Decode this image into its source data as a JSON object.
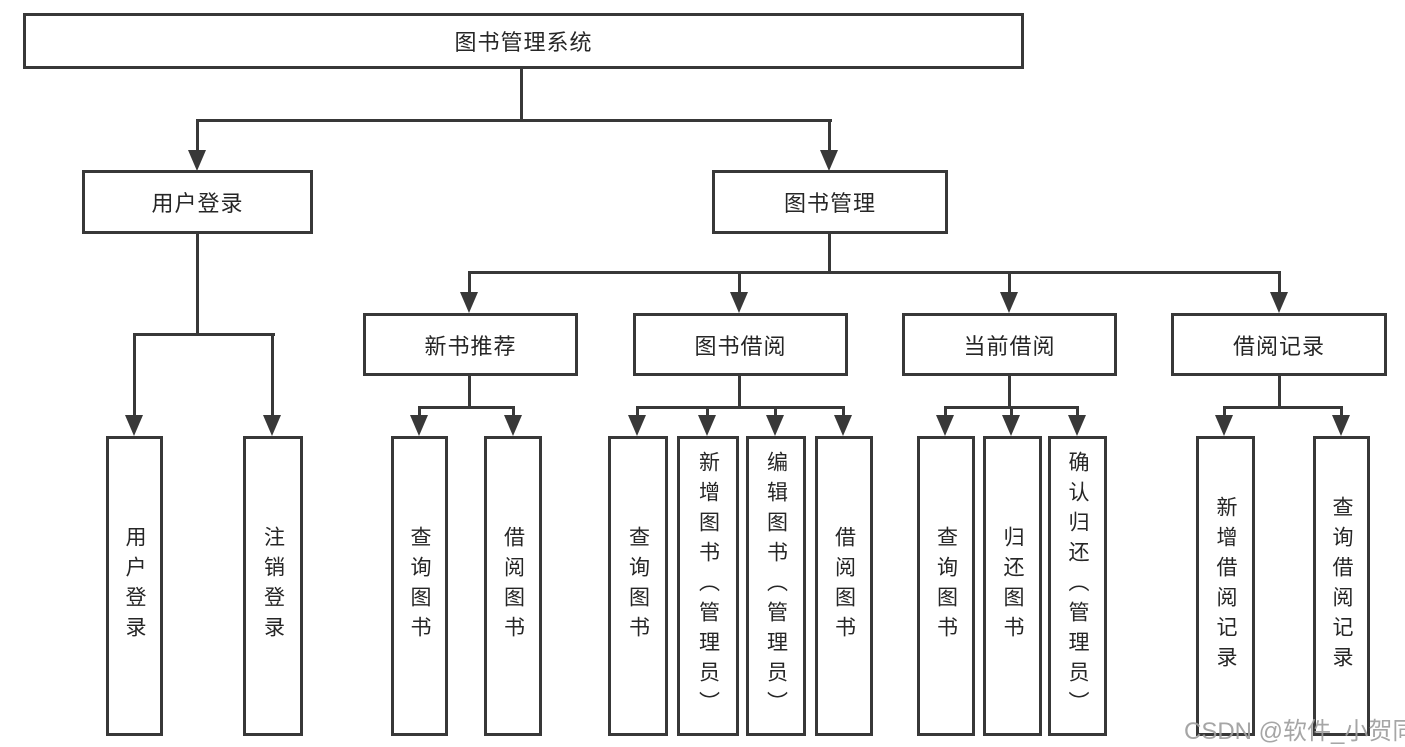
{
  "watermark": "CSDN @软件_小贺同学",
  "colors": {
    "line": "#383838",
    "box_border": "#383838",
    "text": "#262626",
    "background": "#ffffff",
    "watermark": "#9e9e9e"
  },
  "tree": {
    "root": {
      "label": "图书管理系统"
    },
    "branches": [
      {
        "label": "用户登录",
        "children": [
          {
            "label": "用户登录"
          },
          {
            "label": "注销登录"
          }
        ]
      },
      {
        "label": "图书管理",
        "sections": [
          {
            "label": "新书推荐",
            "children": [
              {
                "label": "查询图书"
              },
              {
                "label": "借阅图书"
              }
            ]
          },
          {
            "label": "图书借阅",
            "children": [
              {
                "label": "查询图书"
              },
              {
                "label": "新增图书（管理员）"
              },
              {
                "label": "编辑图书（管理员）"
              },
              {
                "label": "借阅图书"
              }
            ]
          },
          {
            "label": "当前借阅",
            "children": [
              {
                "label": "查询图书"
              },
              {
                "label": "归还图书"
              },
              {
                "label": "确认归还（管理员）"
              }
            ]
          },
          {
            "label": "借阅记录",
            "children": [
              {
                "label": "新增借阅记录"
              },
              {
                "label": "查询借阅记录"
              }
            ]
          }
        ]
      }
    ]
  }
}
